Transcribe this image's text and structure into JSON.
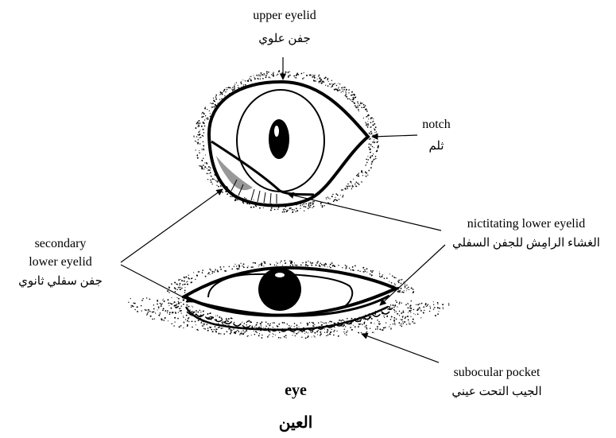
{
  "labels": {
    "upper_eyelid_en": "upper eyelid",
    "upper_eyelid_ar": "جفن علوي",
    "notch_en": "notch",
    "notch_ar": "ثلم",
    "nictitating_en": "nictitating lower eyelid",
    "nictitating_ar": "الغشاء الرامِش للجفن السفلي",
    "secondary_en_1": "secondary",
    "secondary_en_2": "lower eyelid",
    "secondary_ar": "جفن سفلي ثانوي",
    "subocular_en": "subocular pocket",
    "subocular_ar": "الجيب التحت عيني"
  },
  "title": {
    "en": "eye",
    "ar": "العين"
  }
}
